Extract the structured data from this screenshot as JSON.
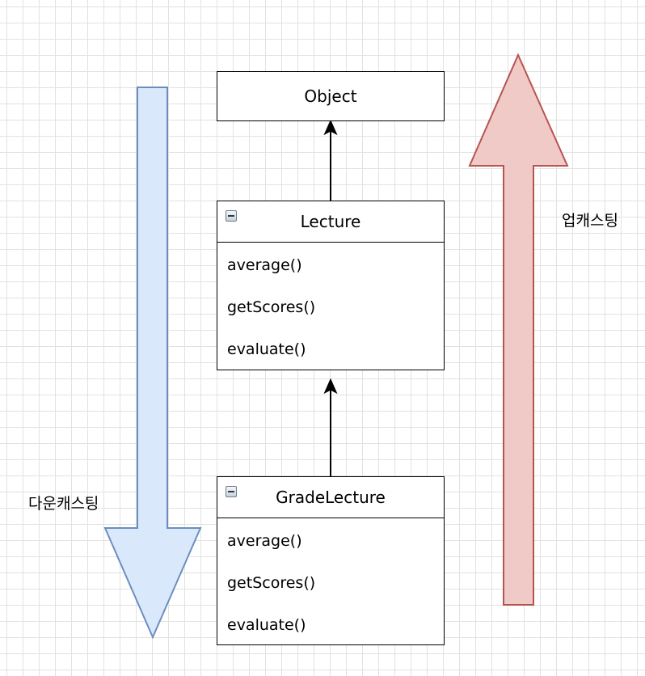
{
  "classes": {
    "object": {
      "name": "Object"
    },
    "lecture": {
      "name": "Lecture",
      "methods": [
        "average()",
        "getScores()",
        "evaluate()"
      ]
    },
    "grade_lecture": {
      "name": "GradeLecture",
      "methods": [
        "average()",
        "getScores()",
        "evaluate()"
      ]
    }
  },
  "labels": {
    "downcasting": "다운캐스팅",
    "upcasting": "업캐스팅"
  },
  "colors": {
    "downcast_fill": "#dae8fc",
    "downcast_stroke": "#6c8ebf",
    "upcast_fill": "#f0cac7",
    "upcast_stroke": "#b85450",
    "grid": "#e2e2e2"
  }
}
